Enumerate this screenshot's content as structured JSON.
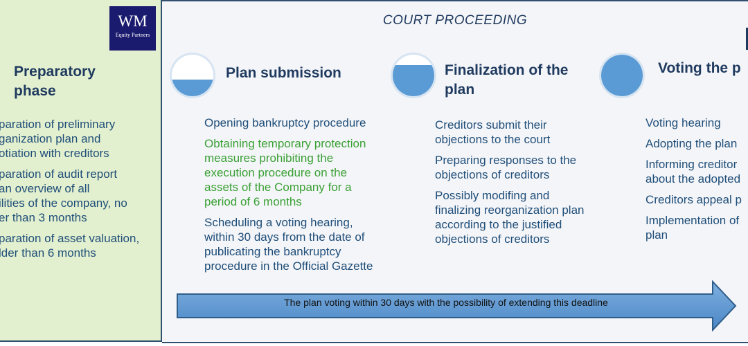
{
  "court_title": "COURT PROCEEDING",
  "logo": {
    "letters": "WM",
    "subtitle": "Equity Partners"
  },
  "phases": [
    {
      "title_lines": [
        "Preparatory",
        "phase"
      ],
      "bullets": [
        {
          "lines": [
            "paration of preliminary",
            "ganization plan and",
            "otiation with creditors"
          ]
        },
        {
          "lines": [
            "paration of audit report",
            "an overview of all",
            "ilities of the company, no",
            "er than 3 months"
          ]
        },
        {
          "lines": [
            "paration of asset valuation,",
            "lder than 6 months"
          ]
        }
      ]
    },
    {
      "title_lines": [
        "Plan submission"
      ],
      "fill": 0.4,
      "bullets": [
        {
          "lines": [
            "Opening bankruptcy procedure"
          ]
        },
        {
          "lines": [
            "Obtaining temporary protection",
            "measures prohibiting the",
            "execution procedure on the",
            "assets of the Company for a",
            "period of 6 months"
          ],
          "highlight": true
        },
        {
          "lines": [
            "Scheduling a voting hearing,",
            "within 30 days from the date of",
            "publicating the bankruptcy",
            "procedure in the Official Gazette"
          ]
        }
      ]
    },
    {
      "title_lines": [
        "Finalization of the",
        "plan"
      ],
      "fill": 0.75,
      "bullets": [
        {
          "lines": [
            "Creditors submit their",
            "objections to the court"
          ]
        },
        {
          "lines": [
            "Preparing responses to the",
            "objections of creditors"
          ]
        },
        {
          "lines": [
            "Possibly modifing and",
            "finalizing reorganization plan",
            "according to the justified",
            "objections of creditors"
          ]
        }
      ]
    },
    {
      "title_lines": [
        "Voting the p"
      ],
      "fill": 1.0,
      "bullets": [
        {
          "lines": [
            "Voting hearing"
          ]
        },
        {
          "lines": [
            "Adopting the plan"
          ]
        },
        {
          "lines": [
            "Informing creditor",
            "about the adopted"
          ]
        },
        {
          "lines": [
            "Creditors appeal p"
          ]
        },
        {
          "lines": [
            "Implementation of",
            "plan"
          ]
        }
      ]
    }
  ],
  "timeline_arrow": {
    "label": "The plan voting within 30 days with the possibility of extending this deadline"
  },
  "colors": {
    "title_blue": "#1f3a5f",
    "text_blue": "#1f4e79",
    "highlight_green": "#3aa035",
    "circle_fill": "#5b9bd5",
    "left_panel_bg": "#e3f0cf",
    "court_panel_bg": "#f4f5f8",
    "logo_bg": "#1a1a6e"
  }
}
